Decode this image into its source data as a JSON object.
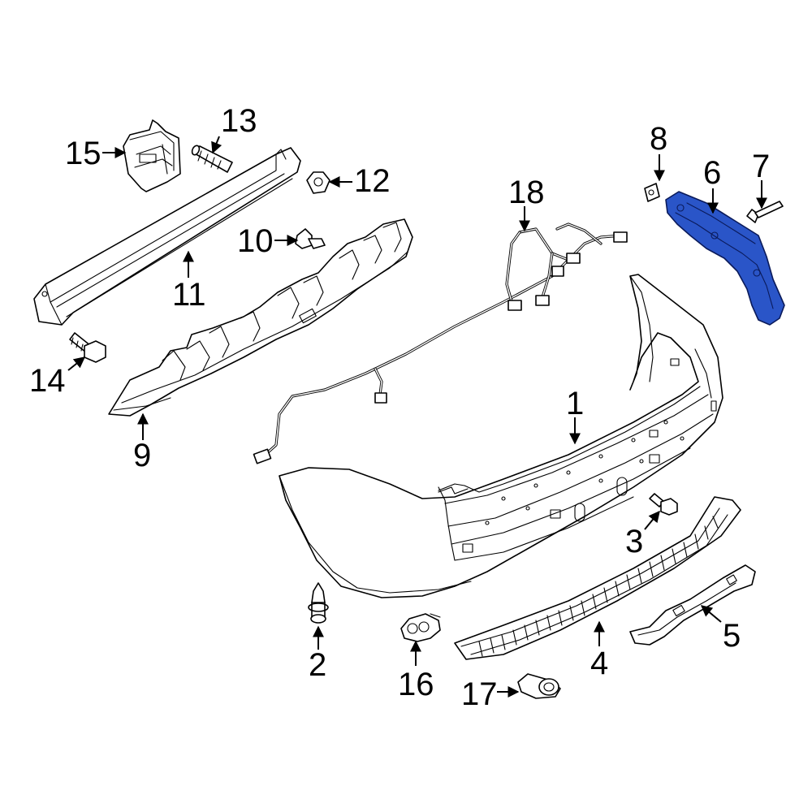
{
  "highlight_color": "#2a55c8",
  "callouts": [
    {
      "id": "1",
      "label": "1"
    },
    {
      "id": "2",
      "label": "2"
    },
    {
      "id": "3",
      "label": "3"
    },
    {
      "id": "4",
      "label": "4"
    },
    {
      "id": "5",
      "label": "5"
    },
    {
      "id": "6",
      "label": "6"
    },
    {
      "id": "7",
      "label": "7"
    },
    {
      "id": "8",
      "label": "8"
    },
    {
      "id": "9",
      "label": "9"
    },
    {
      "id": "10",
      "label": "10"
    },
    {
      "id": "11",
      "label": "11"
    },
    {
      "id": "12",
      "label": "12"
    },
    {
      "id": "13",
      "label": "13"
    },
    {
      "id": "14",
      "label": "14"
    },
    {
      "id": "15",
      "label": "15"
    },
    {
      "id": "16",
      "label": "16"
    },
    {
      "id": "17",
      "label": "17"
    },
    {
      "id": "18",
      "label": "18"
    }
  ]
}
